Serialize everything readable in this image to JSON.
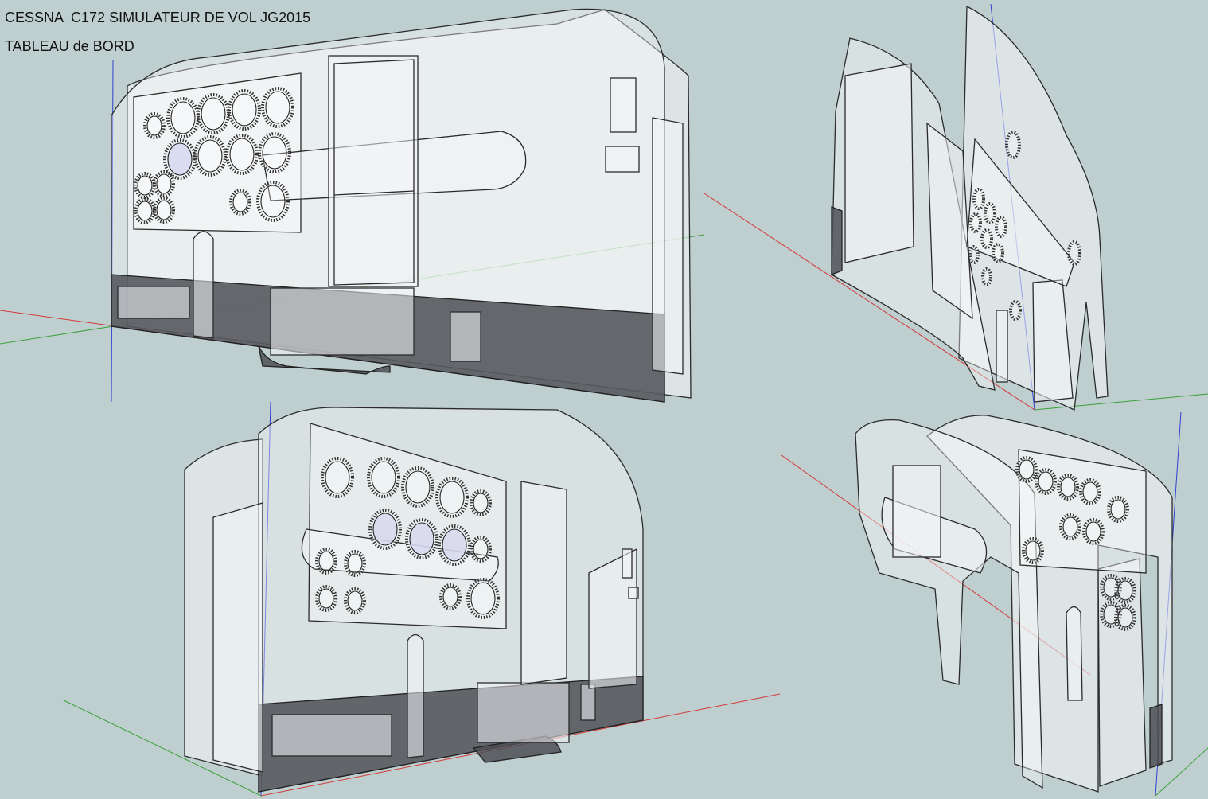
{
  "header": {
    "title_line1": "CESSNA  C172 SIMULATEUR DE VOL JG2015",
    "title_line2": "TABLEAU de BORD"
  },
  "colors": {
    "background": "#bfcfcf",
    "axis_red": "#d23a3a",
    "axis_green": "#3aa03a",
    "axis_blue": "#3040d0",
    "panel_dark": "#4d4f55",
    "gauge_blue": "#c4c8e6"
  },
  "views": [
    {
      "name": "front-left-view"
    },
    {
      "name": "top-right-view"
    },
    {
      "name": "front-right-view"
    },
    {
      "name": "rear-right-view"
    }
  ]
}
